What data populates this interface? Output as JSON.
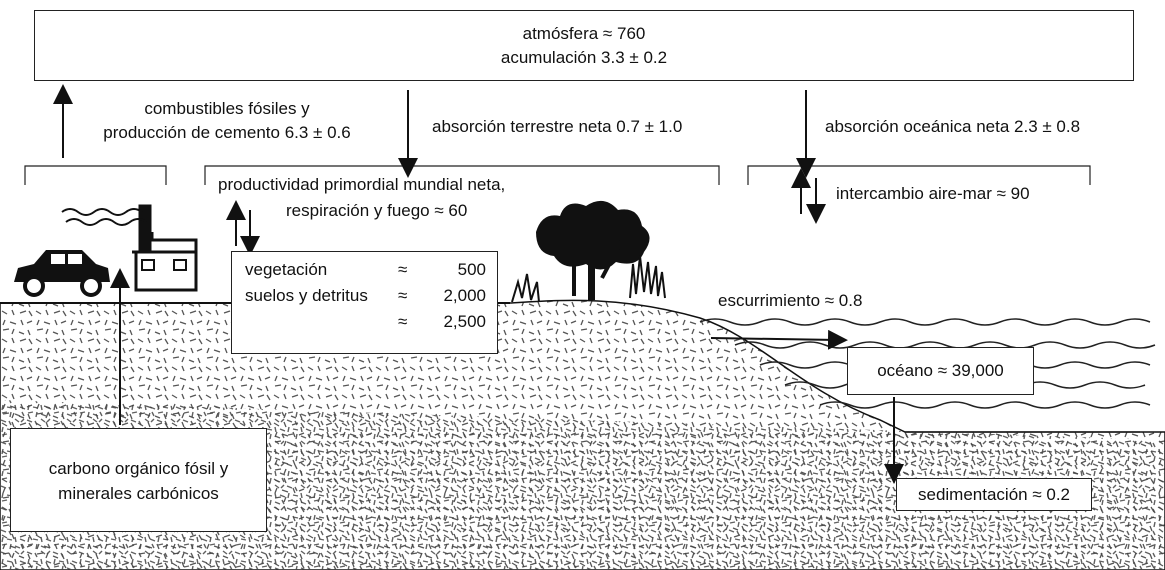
{
  "atmosphere": {
    "line1": "atmósfera ≈ 760",
    "line2": "acumulación 3.3 ± 0.2"
  },
  "fluxes": {
    "fossil_line1": "combustibles fósiles y",
    "fossil_line2": "producción de cemento 6.3 ± 0.6",
    "land_uptake": "absorción terrestre neta 0.7 ± 1.0",
    "ocean_uptake": "absorción oceánica neta 2.3 ± 0.8",
    "npp_line1": "productividad primordial mundial neta,",
    "npp_line2": "respiración y fuego ≈ 60",
    "air_sea": "intercambio aire-mar ≈ 90",
    "runoff": "escurrimiento ≈ 0.8"
  },
  "land_reservoir": {
    "rows": [
      {
        "label": "vegetación",
        "approx": "≈",
        "value": "500"
      },
      {
        "label": "suelos y detritus",
        "approx": "≈",
        "value": "2,000"
      },
      {
        "label": "",
        "approx": "≈",
        "value": "2,500"
      }
    ]
  },
  "ocean": "océano ≈ 39,000",
  "sedimentation": "sedimentación ≈ 0.2",
  "fossil_reservoir": {
    "line1": "carbono orgánico fósil y",
    "line2": "minerales carbónicos"
  }
}
